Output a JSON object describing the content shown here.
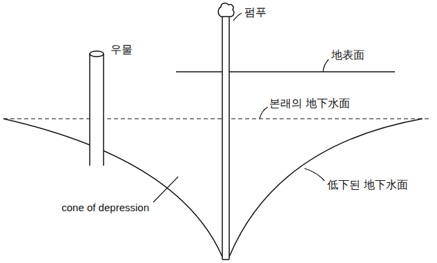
{
  "diagram": {
    "labels": [
      "우물",
      "펌푸",
      "地表面",
      "본래의 地下水面",
      "cone of depression",
      "低下된 地下水面"
    ]
  }
}
